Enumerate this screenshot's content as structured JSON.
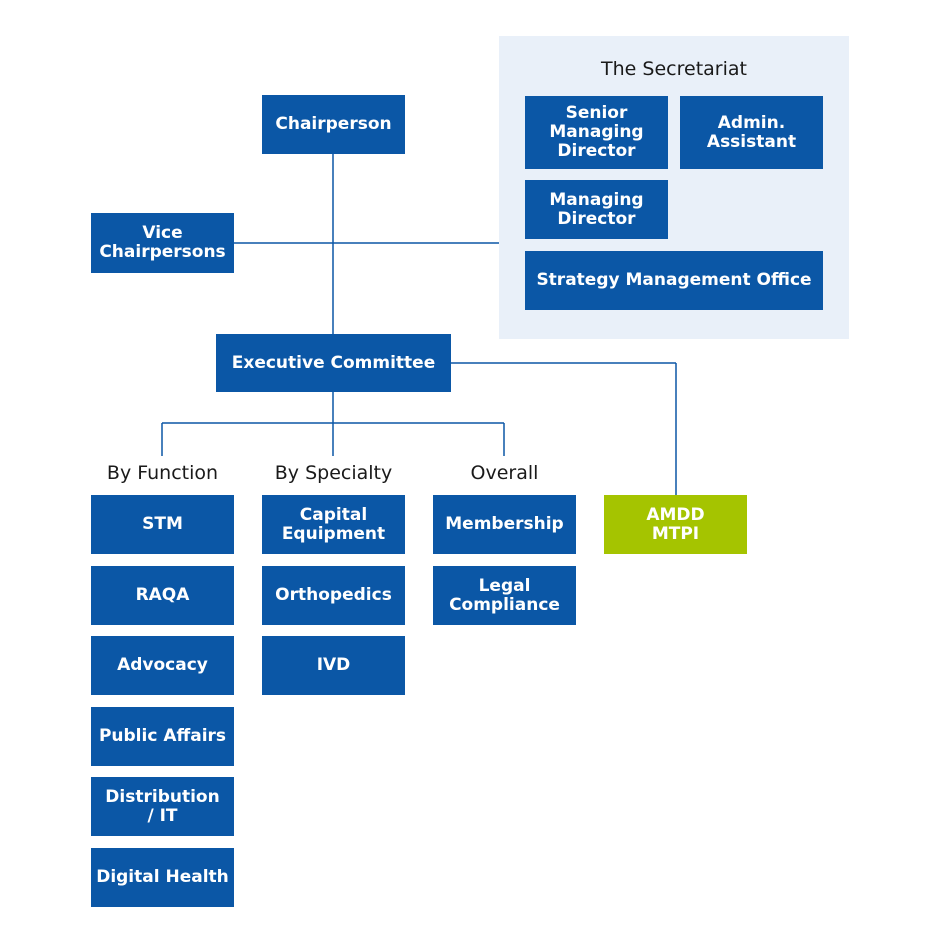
{
  "colors": {
    "box_blue": "#0b57a6",
    "box_green": "#a5c400",
    "secretariat_bg": "#e9f0f9",
    "line": "#0b57a6"
  },
  "chairperson": "Chairperson",
  "vice_chairpersons": "Vice\nChairpersons",
  "executive_committee": "Executive Committee",
  "secretariat": {
    "title": "The Secretariat",
    "senior_managing_director": "Senior\nManaging\nDirector",
    "admin_assistant": "Admin.\nAssistant",
    "managing_director": "Managing\nDirector",
    "strategy_office": "Strategy Management Office"
  },
  "by_function": {
    "heading": "By Function",
    "items": [
      "STM",
      "RAQA",
      "Advocacy",
      "Public Affairs",
      "Distribution\n/ IT",
      "Digital Health"
    ]
  },
  "by_specialty": {
    "heading": "By Specialty",
    "items": [
      "Capital\nEquipment",
      "Orthopedics",
      "IVD"
    ]
  },
  "overall": {
    "heading": "Overall",
    "items": [
      "Membership",
      "Legal\nCompliance"
    ]
  },
  "amdd_mtpi": "AMDD\nMTPI"
}
